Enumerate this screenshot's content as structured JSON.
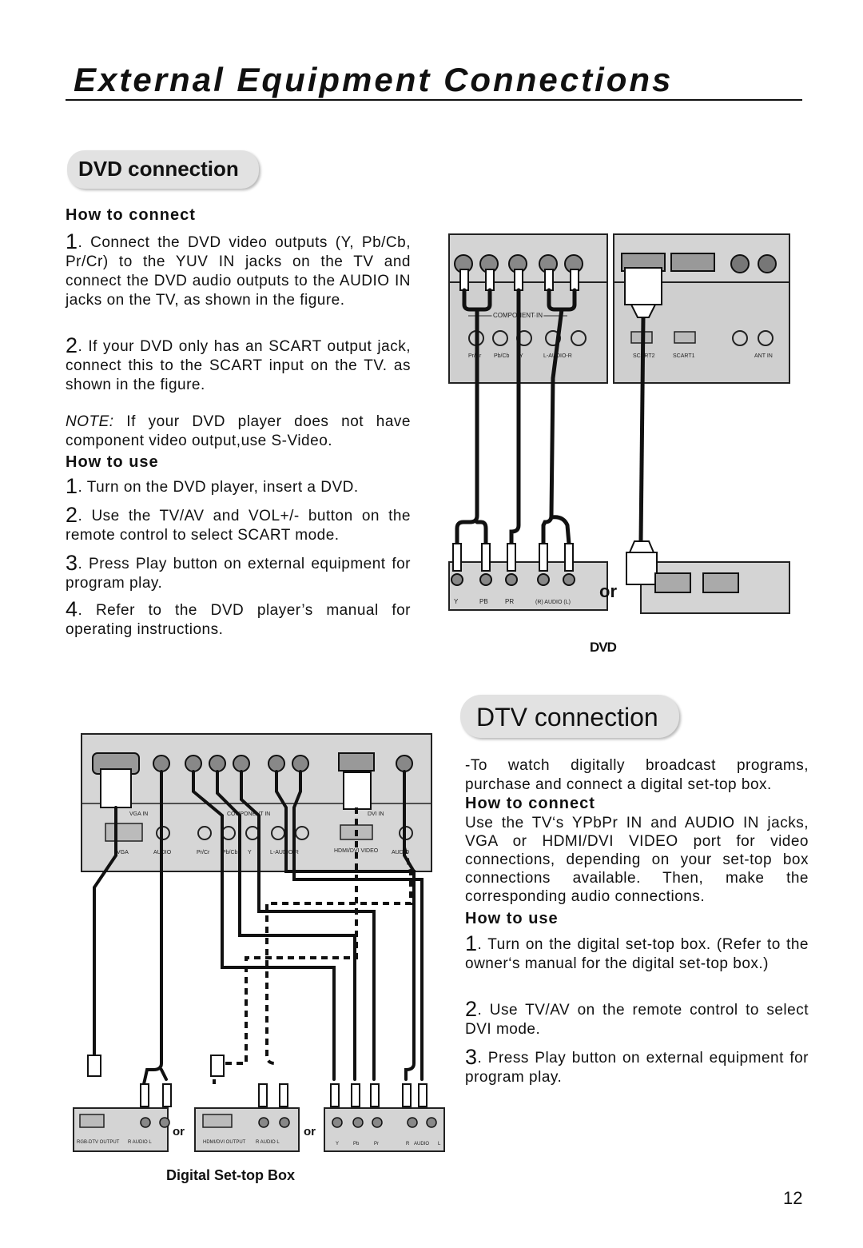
{
  "page": {
    "title": "External Equipment Connections",
    "page_number": "12"
  },
  "dvd": {
    "heading": "DVD connection",
    "how_to_connect": "How to connect",
    "connect_steps": [
      {
        "num": "1",
        "text": ". Connect the DVD video outputs (Y, Pb/Cb, Pr/Cr) to the YUV IN jacks on the TV and connect the DVD audio outputs to the AUDIO IN jacks on the TV, as shown in the figure."
      },
      {
        "num": "2",
        "text": ". If your DVD only has an SCART output jack, connect this to the SCART input on the TV. as shown in the figure."
      }
    ],
    "note_label": "NOTE:",
    "note_text": " If your DVD player does not have component video output,use S-Video.",
    "how_to_use": "How to use",
    "use_steps": [
      {
        "num": "1",
        "text": ". Turn on the DVD player, insert a DVD."
      },
      {
        "num": "2",
        "text": ". Use the TV/AV and VOL+/- button on the remote control to select SCART mode."
      },
      {
        "num": "3",
        "text": ". Press Play button on external equipment for program play."
      },
      {
        "num": "4",
        "text": ". Refer to the DVD player’s manual for operating instructions."
      }
    ],
    "diagram": {
      "component_in": "COMPONENT IN",
      "tv_jacks": [
        "Pr/Cr",
        "Pb/Cb",
        "Y",
        "L-AUDIO-R"
      ],
      "scart2": "SCART2",
      "scart1": "SCART1",
      "ant_in": "ANT IN",
      "player_jacks": [
        "Y",
        "PB",
        "PR",
        "(R) AUDIO (L)"
      ],
      "or": "or",
      "device_label": "DVD"
    }
  },
  "dtv": {
    "heading": "DTV connection",
    "intro": "-To watch digitally broadcast programs, purchase and connect a digital set-top box.",
    "how_to_connect": "How to connect",
    "connect_text": "Use the TV‘s YPbPr IN and AUDIO IN jacks, VGA or HDMI/DVI VIDEO port for video connections, depending on your set-top box connections available. Then, make the corresponding audio connections.",
    "how_to_use": "How to use",
    "use_steps": [
      {
        "num": "1",
        "text": ". Turn on the digital set-top box. (Refer to the owner‘s manual for the digital set-top box.)"
      },
      {
        "num": "2",
        "text": ". Use TV/AV on the remote control to select DVI mode."
      },
      {
        "num": "3",
        "text": ". Press Play button on external equipment for program play."
      }
    ],
    "diagram": {
      "vga_in": "VGA IN",
      "component_in": "COMPONENT IN",
      "dvi_in": "DVI IN",
      "tv_jacks": [
        "VGA",
        "AUDIO",
        "Pr/Cr",
        "Pb/Cb",
        "Y",
        "L-AUDIO-R",
        "HDMI/DVI VIDEO",
        "AUDIO"
      ],
      "box1_label": "RGB-DTV OUTPUT",
      "box1_audio": "R  AUDIO  L",
      "box2_label": "HDMI/DVI OUTPUT",
      "box2_audio": "R  AUDIO  L",
      "box3_jacks": [
        "Y",
        "Pb",
        "Pr",
        "R",
        "AUDIO",
        "L"
      ],
      "or": "or",
      "device_label": "Digital Set-top Box"
    }
  }
}
